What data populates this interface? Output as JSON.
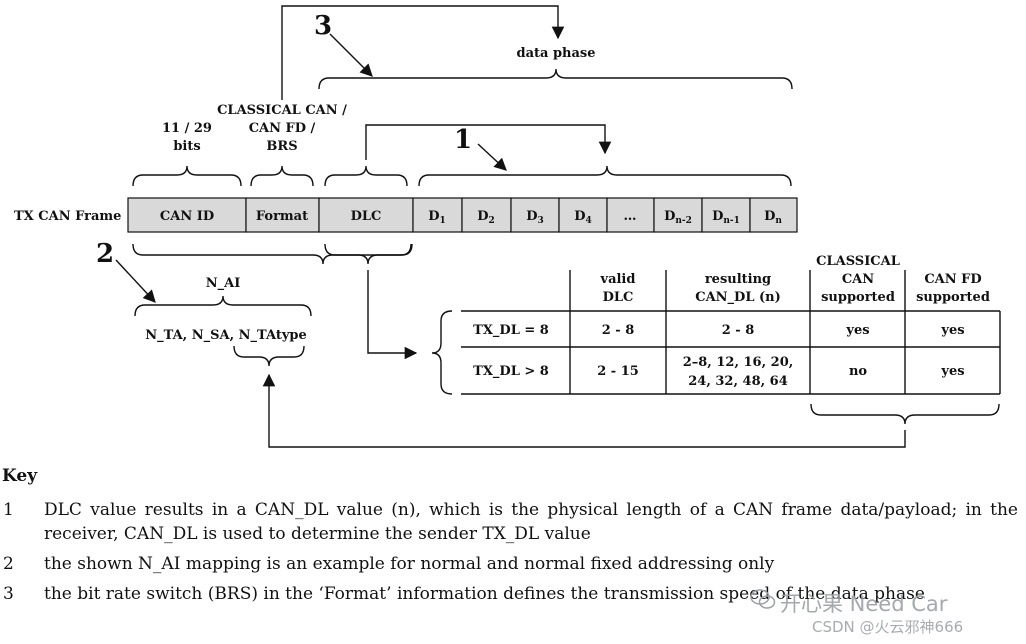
{
  "diagram": {
    "row_label": "TX CAN Frame",
    "frame_fields": {
      "can_id": "CAN ID",
      "format": "Format",
      "dlc": "DLC",
      "d1": "D",
      "d1_sub": "1",
      "d2": "D",
      "d2_sub": "2",
      "d3": "D",
      "d3_sub": "3",
      "d4": "D",
      "d4_sub": "4",
      "ellipsis": "…",
      "dn2": "D",
      "dn2_sub": "n-2",
      "dn1": "D",
      "dn1_sub": "n-1",
      "dn": "D",
      "dn_sub": "n"
    },
    "bits_label_1": "11 / 29",
    "bits_label_2": "bits",
    "format_label_1": "CLASSICAL CAN /",
    "format_label_2": "CAN FD /",
    "format_label_3": "BRS",
    "data_phase_label": "data phase",
    "n_ai_label": "N_AI",
    "n_ai_fields_label": "N_TA, N_SA, N_TAtype",
    "callouts": [
      "1",
      "2",
      "3"
    ],
    "table": {
      "headers": {
        "valid_dlc_1": "valid",
        "valid_dlc_2": "DLC",
        "resulting_1": "resulting",
        "resulting_2": "CAN_DL (n)",
        "classical_1": "CLASSICAL",
        "classical_2": "CAN",
        "classical_3": "supported",
        "canfd_1": "CAN FD",
        "canfd_2": "supported"
      },
      "rows": [
        {
          "tx_dl": "TX_DL = 8",
          "valid_dlc": "2 - 8",
          "can_dl_1": "2 - 8",
          "can_dl_2": "",
          "classical": "yes",
          "canfd": "yes"
        },
        {
          "tx_dl": "TX_DL > 8",
          "valid_dlc": "2 - 15",
          "can_dl_1": "2–8, 12, 16, 20,",
          "can_dl_2": "24, 32, 48, 64",
          "classical": "no",
          "canfd": "yes"
        }
      ]
    }
  },
  "key": {
    "title": "Key",
    "items": [
      {
        "num": "1",
        "text": "DLC value results in a CAN_DL value (n), which is the physical length of a CAN frame data/payload; in the receiver, CAN_DL is used to determine the sender TX_DL value"
      },
      {
        "num": "2",
        "text": "the shown N_AI mapping is an example for normal and normal fixed addressing only"
      },
      {
        "num": "3",
        "text": "the bit rate switch (BRS) in the ‘Format’ information defines the transmission speed of the data phase"
      }
    ]
  },
  "watermark": {
    "line1": "开心果 Need Car",
    "line2": "CSDN @火云邪神666"
  },
  "colors": {
    "field_fill": "#d9d9d9",
    "line": "#111111",
    "watermark": "#9aa0a6"
  }
}
